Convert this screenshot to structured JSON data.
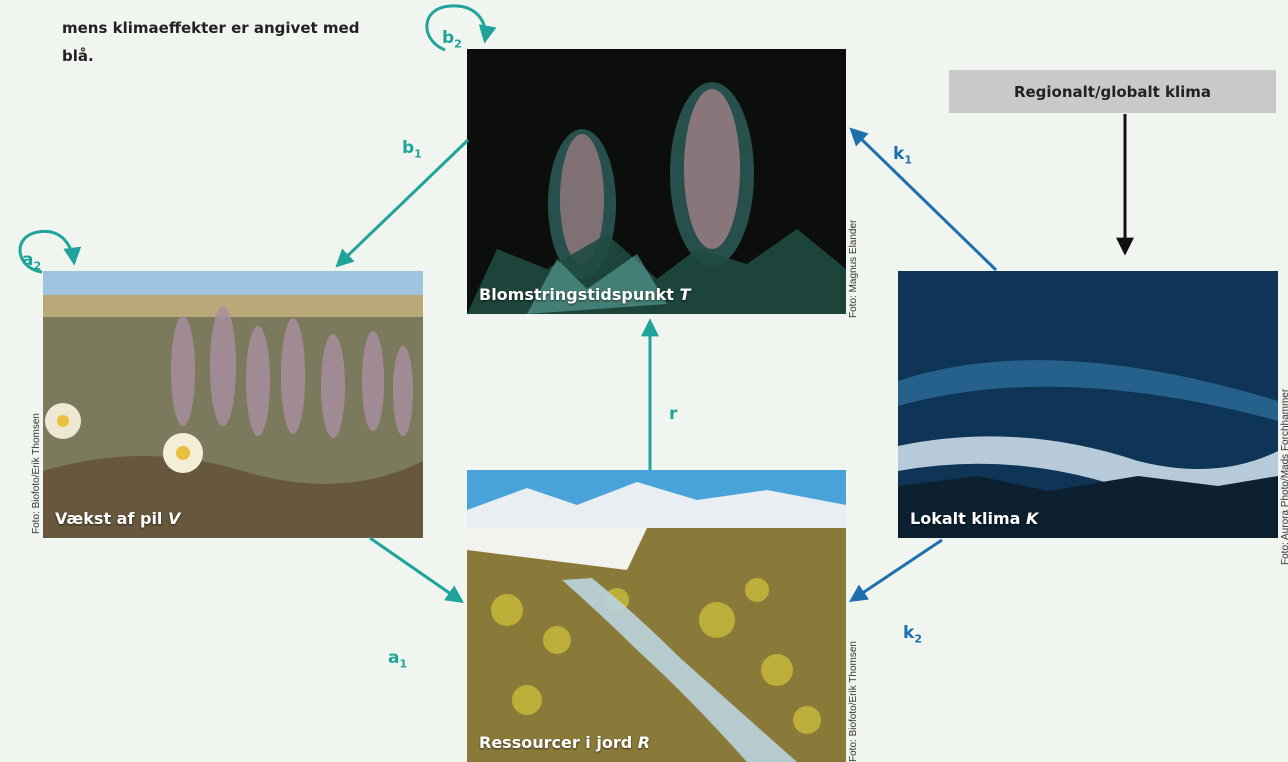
{
  "intro_text": "mens klimaeffekter er angivet med blå.",
  "nodes": {
    "T": {
      "label": "Blomstringstidspunkt",
      "var": "T",
      "credit": "Foto: Magnus Elander"
    },
    "V": {
      "label": "Vækst af pil",
      "var": "V",
      "credit": "Foto: Biofoto/Erik Thomsen"
    },
    "R": {
      "label": "Ressourcer i jord",
      "var": "R",
      "credit": "Foto: Biofoto/Erik Thomsen"
    },
    "K": {
      "label": "Lokalt klima",
      "var": "K",
      "credit": "Foto: Aurora Photo/Mads Forchhammer"
    },
    "C": {
      "label": "Regionalt/globalt klima"
    }
  },
  "edges": {
    "b1": {
      "letter": "b",
      "sub": "1"
    },
    "b2": {
      "letter": "b",
      "sub": "2"
    },
    "a1": {
      "letter": "a",
      "sub": "1"
    },
    "a2": {
      "letter": "a",
      "sub": "2"
    },
    "r": {
      "letter": "r",
      "sub": ""
    },
    "k1": {
      "letter": "k",
      "sub": "1"
    },
    "k2": {
      "letter": "k",
      "sub": "2"
    }
  },
  "colors": {
    "biotic": "#1fa39b",
    "climate": "#1d6fb0",
    "regional": "#111111",
    "background": "#f1f5ef"
  }
}
